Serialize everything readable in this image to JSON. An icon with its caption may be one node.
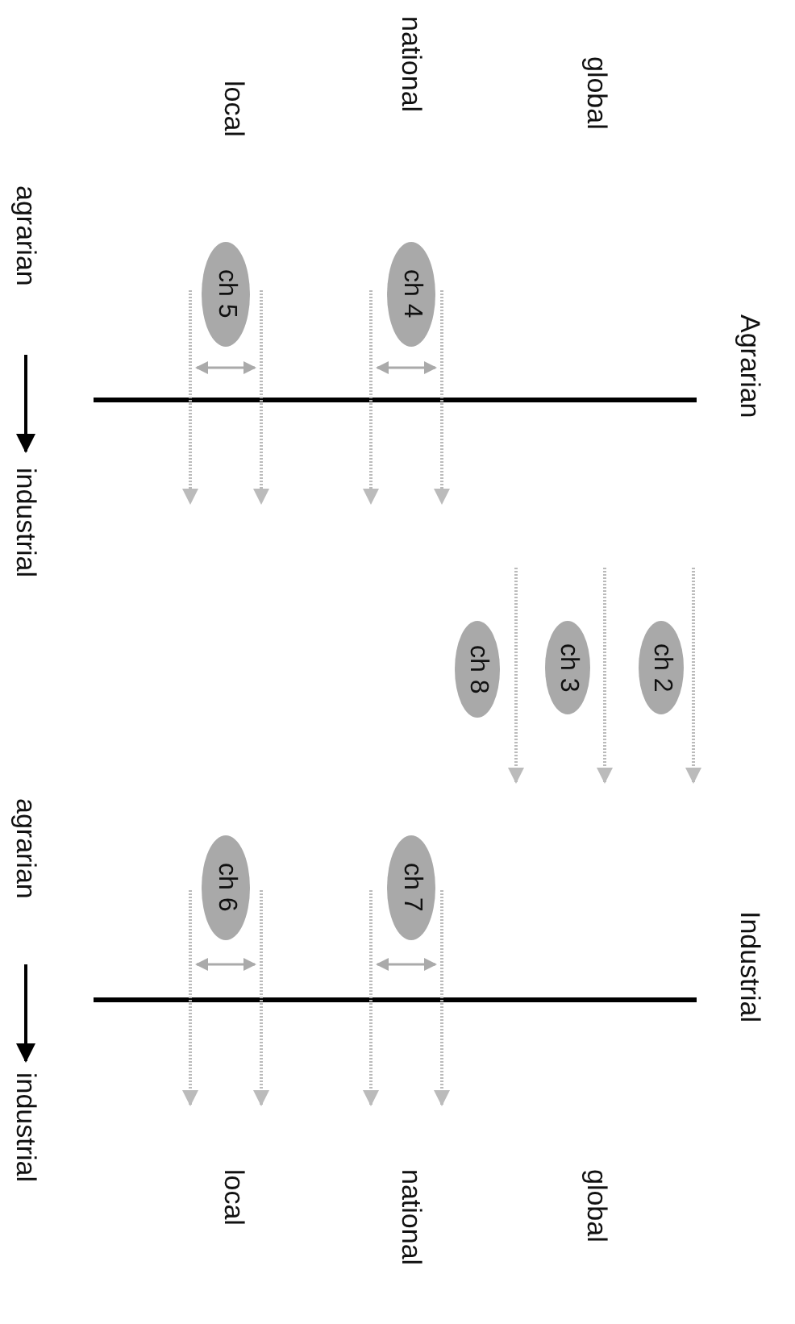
{
  "diagram": {
    "nodes": [
      {
        "text": [
          "ch 2"
        ]
      },
      {
        "text": [
          "ch 3"
        ]
      },
      {
        "text": [
          "ch 8"
        ]
      },
      {
        "text": [
          "ch 4"
        ]
      },
      {
        "text": [
          "ch 7"
        ]
      },
      {
        "text": [
          "ch 5"
        ]
      },
      {
        "text": [
          "ch 6"
        ]
      }
    ],
    "labels": [
      "Agrarian",
      "Industrial",
      "global",
      "global",
      "national",
      "national",
      "local",
      "local",
      "agrarian",
      "industrial",
      "agrarian",
      "industrial"
    ]
  }
}
